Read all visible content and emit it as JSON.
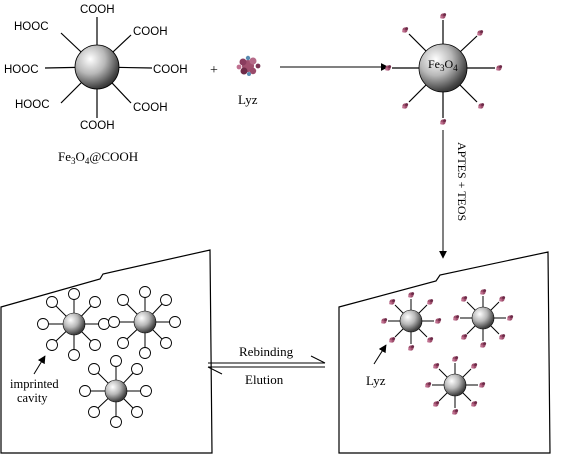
{
  "diagram": {
    "cooh_labels": {
      "top": "COOH",
      "top_left": "HOOC",
      "top_right": "COOH",
      "left": "HOOC",
      "right": "COOH",
      "bottom_left": "HOOC",
      "bottom_right": "COOH",
      "bottom": "COOH"
    },
    "plus_sign": "+",
    "protein_label": "Lyz",
    "fe3o4_parts": [
      "Fe",
      "3",
      "O",
      "4"
    ],
    "fe3o4_cooh_suffix": "@COOH",
    "step_label": "APTES + TEOS",
    "rebinding_label": "Rebinding",
    "elution_label": "Elution",
    "lyz_label_polymer": "Lyz",
    "cavity_label_line1": "imprinted",
    "cavity_label_line2": "cavity",
    "colors": {
      "protein": "#a0506e",
      "protein_dark": "#6e2a48",
      "line": "#000000"
    }
  }
}
